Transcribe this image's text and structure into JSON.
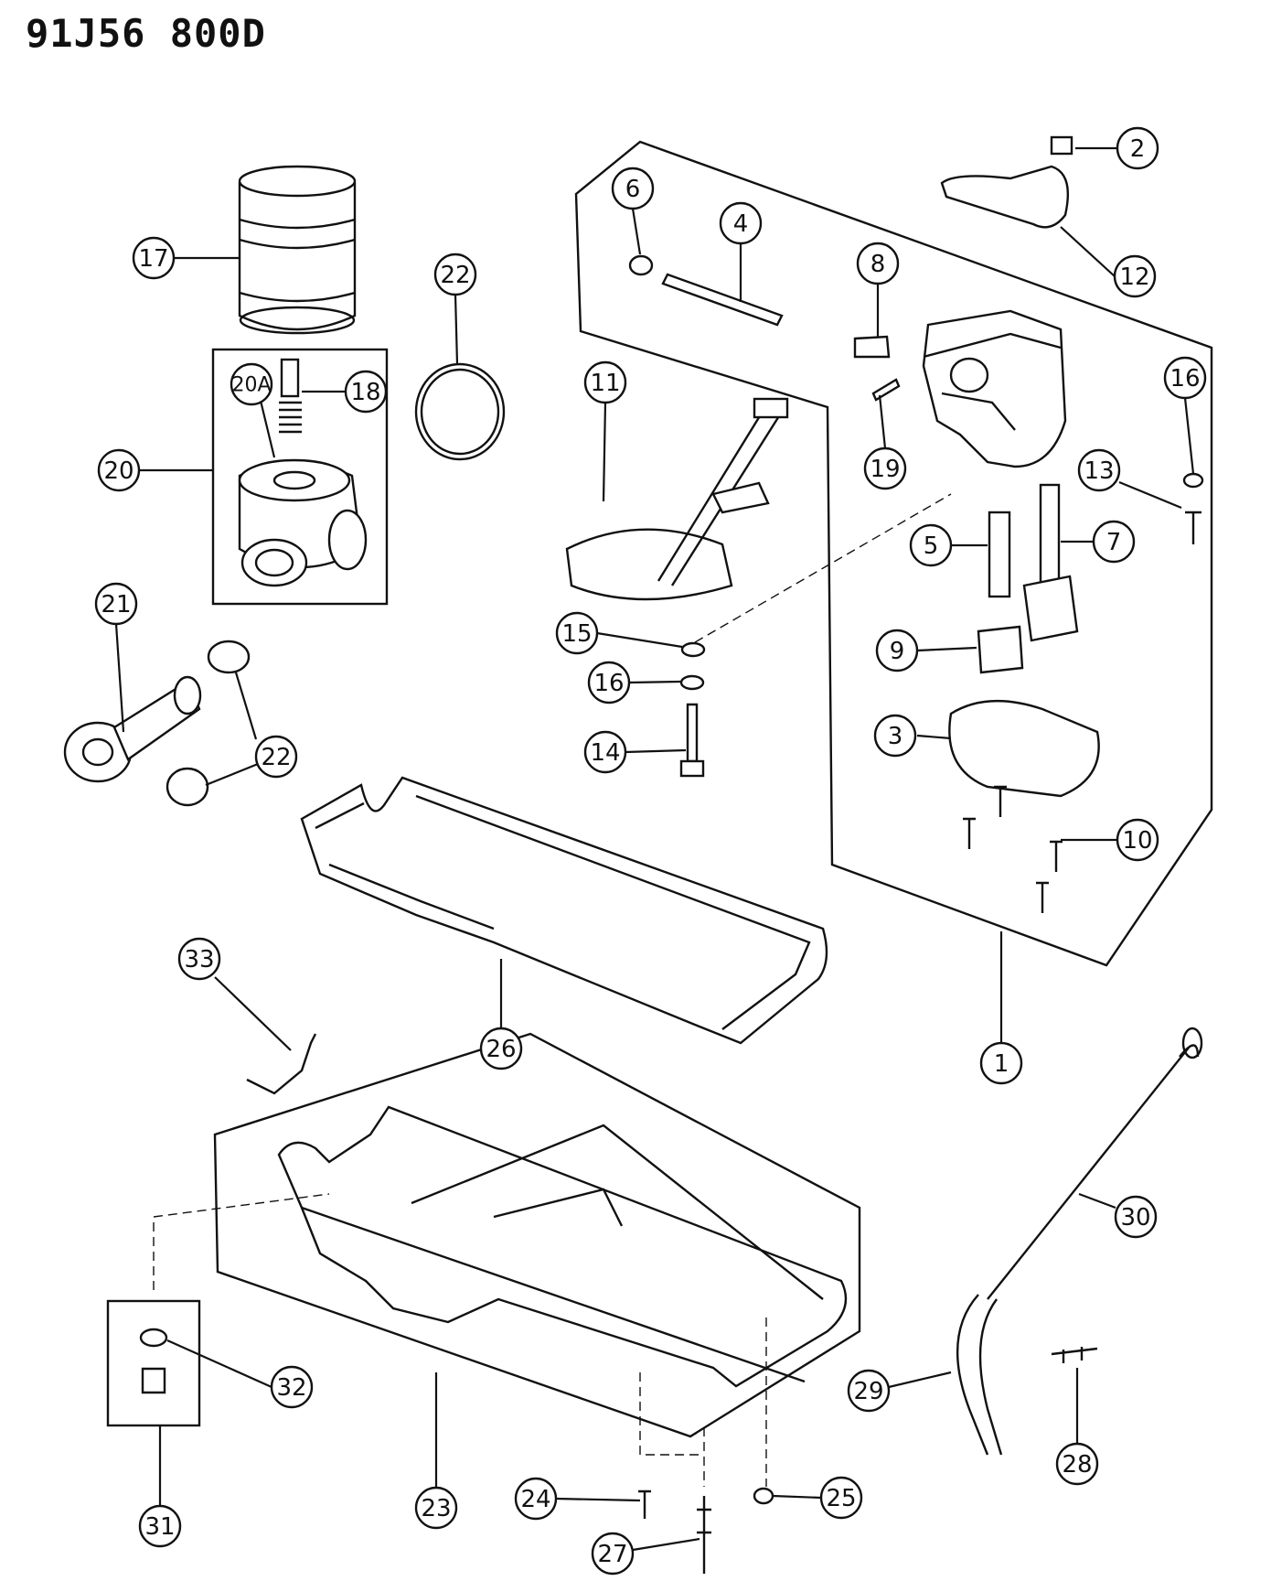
{
  "title": "91J56  800D",
  "callouts": {
    "c1": "1",
    "c2": "2",
    "c3": "3",
    "c4": "4",
    "c5": "5",
    "c6": "6",
    "c7": "7",
    "c8": "8",
    "c9": "9",
    "c10": "10",
    "c11": "11",
    "c12": "12",
    "c13": "13",
    "c14": "14",
    "c15": "15",
    "c16a": "16",
    "c16b": "16",
    "c17": "17",
    "c18": "18",
    "c19": "19",
    "c20": "20",
    "c20a": "20A",
    "c21": "21",
    "c22a": "22",
    "c22b": "22",
    "c23": "23",
    "c24": "24",
    "c25": "25",
    "c26": "26",
    "c27": "27",
    "c28": "28",
    "c29": "29",
    "c30": "30",
    "c31": "31",
    "c32": "32",
    "c33": "33"
  }
}
